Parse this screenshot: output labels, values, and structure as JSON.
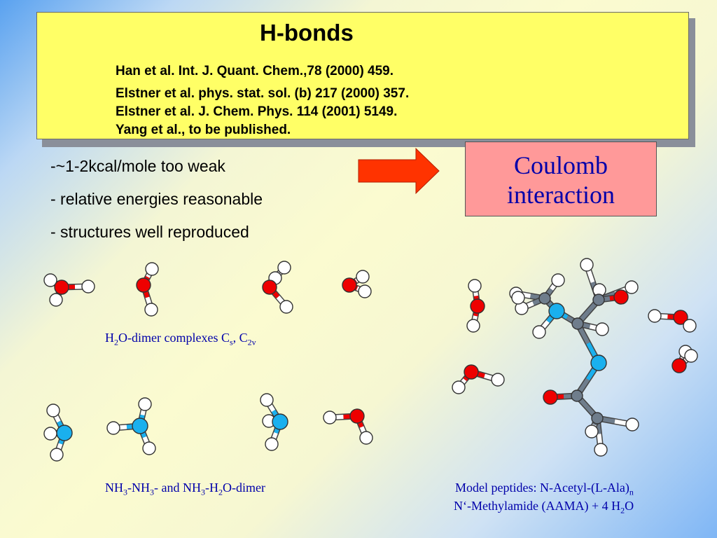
{
  "header": {
    "title": "H-bonds",
    "refs": [
      "Han et al. Int. J. Quant. Chem.,78 (2000) 459.",
      "Elstner et al. phys. stat. sol. (b)  217 (2000) 357.",
      "Elstner et al.  J. Chem.  Phys.  114 (2001) 5149.",
      "Yang et al., to be published."
    ]
  },
  "bullets": [
    "-~1-2kcal/mole too weak",
    "- relative energies reasonable",
    "- structures well reproduced"
  ],
  "coulomb": {
    "line1": "Coulomb",
    "line2": "interaction"
  },
  "captions": {
    "water": {
      "p1": "H",
      "s1": "2",
      "p2": "O-dimer complexes   C",
      "s2": "s",
      "p3": ", C",
      "s3": "2v"
    },
    "ammonia": {
      "p1": "NH",
      "s1": "3",
      "p2": "-NH",
      "s2": "3",
      "p3": "-  and NH",
      "s3": "3",
      "p4": "-H",
      "s4": "2",
      "p5": "O-dimer"
    },
    "peptide": {
      "l1a": "Model peptides: N-Acetyl-(L-Ala)",
      "l1s": "n",
      "l2a": "N‘-Methylamide (AAMA) + 4 H",
      "l2s": "2",
      "l2b": "O"
    }
  },
  "colors": {
    "oxygen": "#ee0000",
    "nitrogen": "#1ab0ee",
    "carbon": "#6f7d8c",
    "hydrogen": "#ffffff",
    "arrow": "#ff3300"
  }
}
